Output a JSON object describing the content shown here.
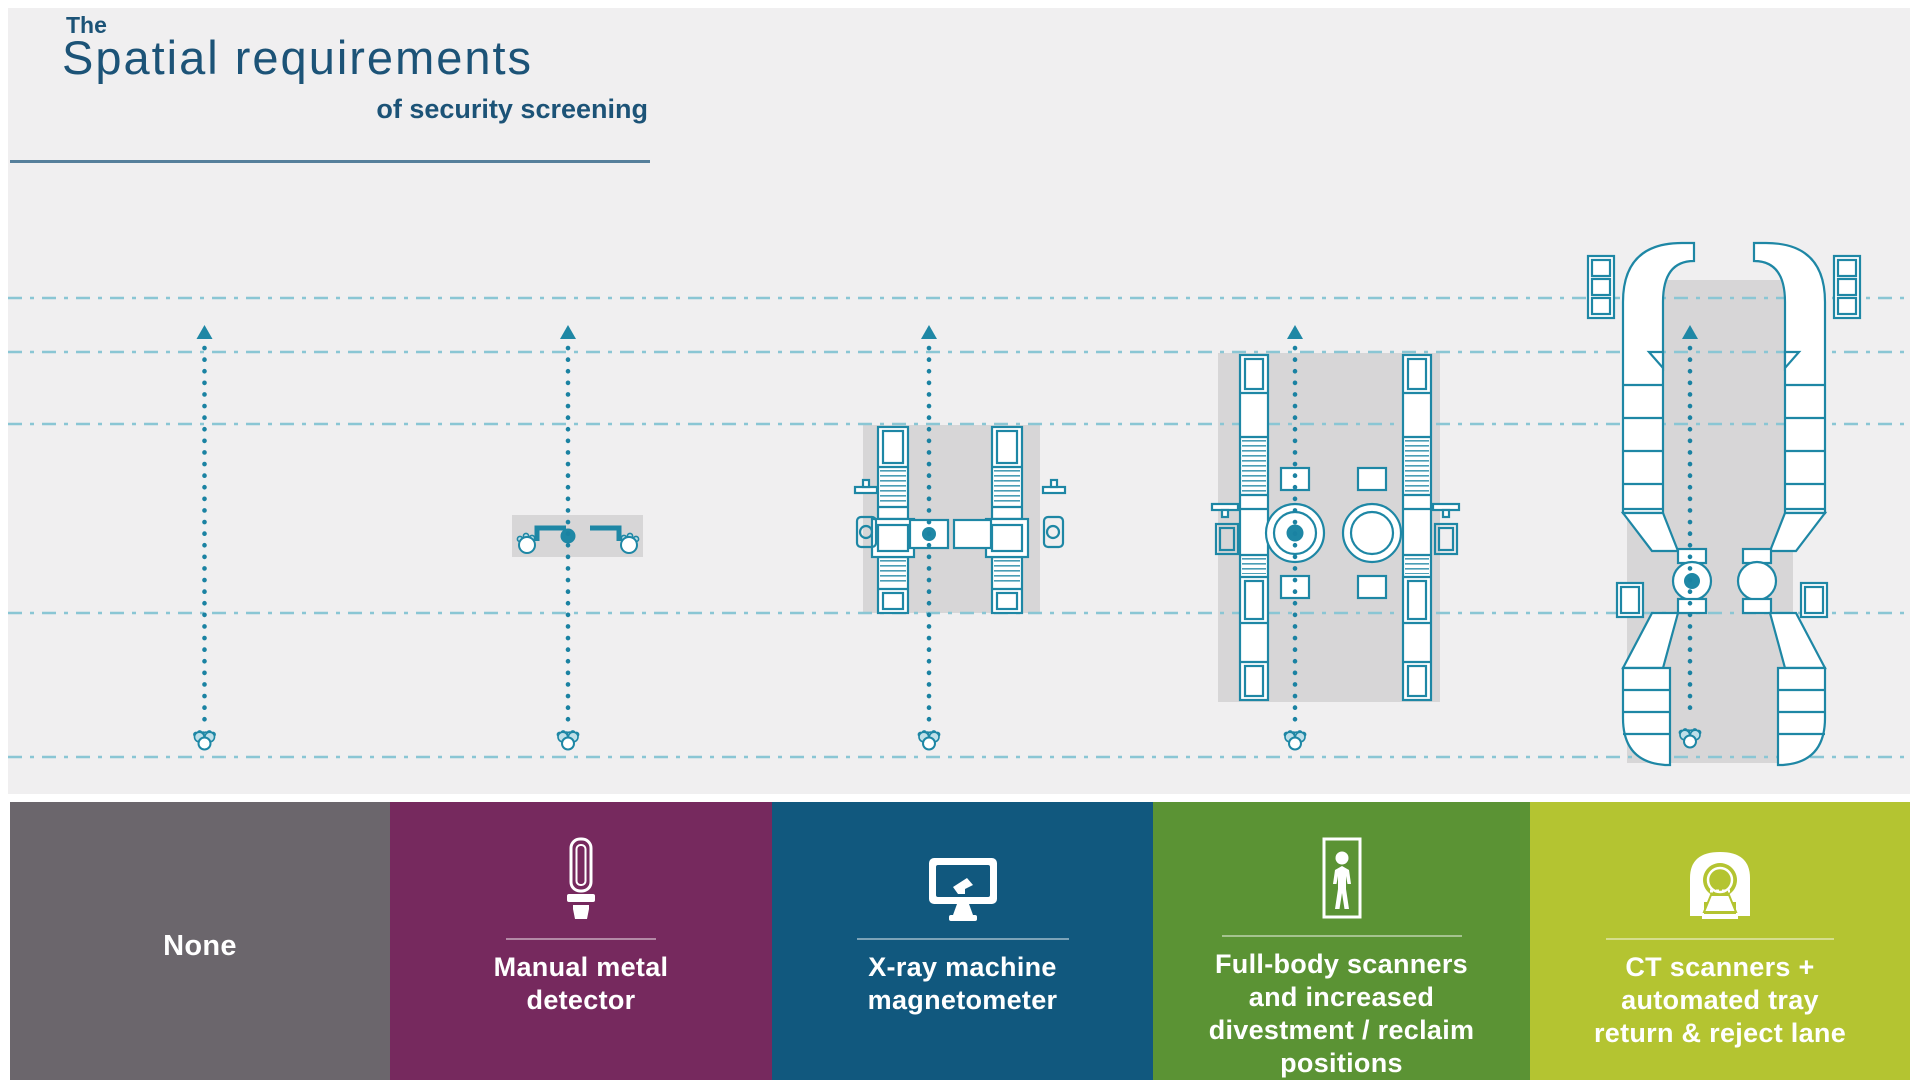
{
  "title": {
    "pre": "The",
    "main": "Spatial requirements",
    "sub": "of security screening"
  },
  "stages": [
    {
      "name": "none",
      "label_lines": [
        "None"
      ],
      "color": "#6b666c",
      "icon": null,
      "diagram": "open-walkway-with-person-only"
    },
    {
      "name": "manual-metal-detector",
      "label_lines": [
        "Manual metal",
        "detector"
      ],
      "color": "#76295e",
      "icon": "handheld-metal-detector-icon",
      "diagram": "two-officers-with-hand-wands"
    },
    {
      "name": "x-ray-machine-magnetometer",
      "label_lines": [
        "X-ray machine",
        "magnetometer"
      ],
      "color": "#11587e",
      "icon": "xray-monitor-icon",
      "diagram": "xray-belts-with-walkthrough-magnetometer"
    },
    {
      "name": "full-body-scanners",
      "label_lines": [
        "Full-body scanners",
        "and increased",
        "divestment / reclaim",
        "positions"
      ],
      "color": "#5b9334",
      "icon": "body-scanner-icon",
      "diagram": "long-lanes-with-two-body-scanners"
    },
    {
      "name": "ct-scanners",
      "label_lines": [
        "CT scanners +",
        "automated tray",
        "return & reject lane"
      ],
      "color": "#b4c431",
      "icon": "ct-scanner-icon",
      "diagram": "ct-lanes-tray-return-and-reject-lane"
    }
  ],
  "colors": {
    "page_bg": "#ffffff",
    "canvas_bg": "#f0eff0",
    "machine_area_gray": "#d7d6d7",
    "machine_outline_teal": "#1e87a5",
    "distance_dash_line": "#8ac6d4",
    "arrow_teal": "#1a82a2",
    "title_blue": "#1c5377",
    "title_underline": "#567f9b",
    "panel_text": "#ffffff"
  }
}
